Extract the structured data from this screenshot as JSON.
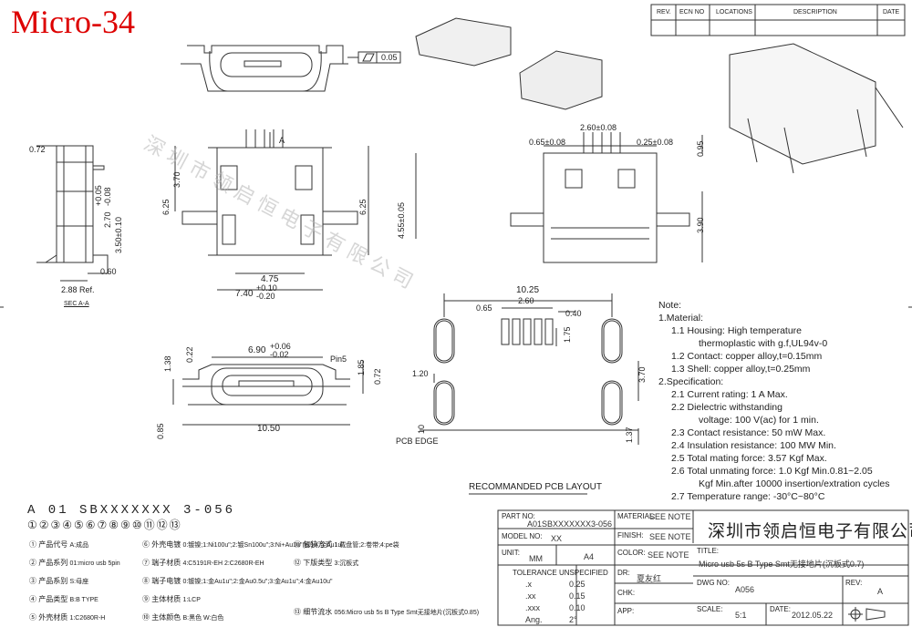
{
  "title": "Micro-34",
  "revision_table": {
    "headers": [
      "REV.",
      "ECN NO",
      "LOCATIONS",
      "DESCRIPTION",
      "DATE"
    ]
  },
  "flatness_tolerance": "0.05",
  "watermark": "深圳市领启恒电子有限公司",
  "dimensions": {
    "d072": "0.72",
    "d625_left": "6.25",
    "d370": "3.70",
    "d005": "+0.05",
    "d270": "2.70",
    "d008": "-0.08",
    "d350": "3.50±0.10",
    "d288": "2.88 Ref.",
    "d060": "0.60",
    "sec": "SEC A-A",
    "a_mark": "A",
    "d625_mid": "6.25",
    "d475": "4.75",
    "d740": "7.40",
    "d740_tol": "+0.10\n-0.20",
    "d260": "2.60±0.08",
    "d065": "0.65±0.08",
    "d025": "0.25±0.08",
    "d095": "0.95",
    "d455": "4.55±0.05",
    "d390": "3.90",
    "d690": "6.90",
    "d690_tol": "+0.06\n-0.02",
    "pin5": "Pin5",
    "d138": "1.38",
    "d022": "0.22",
    "d185": "1.85",
    "d072b": "0.72",
    "d1050": "10.50",
    "d085": "0.85",
    "pcb_1025": "10.25",
    "pcb_065": "0.65",
    "pcb_260": "2.60",
    "pcb_040": "0.40",
    "pcb_175": "1.75",
    "pcb_120": "1.20",
    "pcb_370": "3.70",
    "pcb_10": "10",
    "pcb_137": "1.37",
    "pcb_edge": "PCB EDGE",
    "pcb_layout": "RECOMMANDED PCB LAYOUT"
  },
  "notes": {
    "header": "Note:",
    "material": "1.Material:",
    "m11": "1.1 Housing: High temperature",
    "m11b": "thermoplastic with g.f,UL94v-0",
    "m12": "1.2 Contact: copper alloy,t=0.15mm",
    "m13": "1.3 Shell: copper alloy,t=0.25mm",
    "spec": "2.Specification:",
    "s21": "2.1 Current rating: 1 A Max.",
    "s22": "2.2 Dielectric withstanding",
    "s22b": "voltage: 100 V(ac) for 1 min.",
    "s23": "2.3 Contact resistance: 50 mW Max.",
    "s24": "2.4 Insulation resistance: 100 MW Min.",
    "s25": "2.5 Total mating force: 3.57 Kgf Max.",
    "s26": "2.6 Total unmating force: 1.0 Kgf Min.0.81~2.05",
    "s26b": "Kgf Min.after 10000 insertion/extration cycles",
    "s27": "2.7 Temperature range: -30°C~80°C"
  },
  "part_code": {
    "code": "A 01 SBXXXXXXX 3-056",
    "circles": "①②③④⑤⑥⑦⑧⑨⑩⑪⑫⑬",
    "legend": [
      [
        "①",
        "产品代号",
        "A:成品"
      ],
      [
        "②",
        "产品系列",
        "01:micro usb 5pin"
      ],
      [
        "③",
        "产品系别",
        "S:母座"
      ],
      [
        "④",
        "产品类型",
        "B:B TYPE"
      ],
      [
        "⑤",
        "外壳材质",
        "1:C2680R-H"
      ],
      [
        "⑥",
        "外壳电镀",
        "0:镀镍;1:Ni100u\";2:镀Sn100u\";3:Ni+Au1u\"(脚);4:金Au1u\""
      ],
      [
        "⑦",
        "端子材质",
        "4:C5191R-EH  2:C2680R-EH"
      ],
      [
        "⑧",
        "端子电镀",
        "0:镀镍;1:金Au1u\";2:金Au0.5u\";3:金Au1u\";4:金Au10u\""
      ],
      [
        "⑨",
        "主体材质",
        "1:LCP"
      ],
      [
        "⑩",
        "主体颜色",
        "B:黑色  W:白色"
      ],
      [
        "⑪",
        "包装方式",
        "1:载盘管;2:卷带;4:pe袋"
      ],
      [
        "⑫",
        "下版类型",
        "3:沉板式"
      ],
      [
        "⑬",
        "细节流水",
        "056:Micro usb 5s B Type Smt无接地片(沉板式0.85)"
      ]
    ]
  },
  "title_block": {
    "company": "深圳市领启恒电子有限公司",
    "part_no_label": "PART NO:",
    "part_no": "A01SBXXXXXXX3-056",
    "model_no_label": "MODEL NO:",
    "model_no": "XX",
    "unit_label": "UNIT:",
    "unit": "MM",
    "size": "A4",
    "material_label": "MATERIAL:",
    "material": "SEE NOTE",
    "finish_label": "FINISH:",
    "finish": "SEE NOTE",
    "color_label": "COLOR:",
    "color": "SEE NOTE",
    "tol_label": "TOLERANCE UNSPECIFIED",
    "tol_rows": [
      [
        ".x",
        "0.25"
      ],
      [
        ".xx",
        "0.15"
      ],
      [
        ".xxx",
        "0.10"
      ],
      [
        "Ang.",
        "2°"
      ]
    ],
    "dr_label": "DR:",
    "dr": "夏友红",
    "chk_label": "CHK:",
    "app_label": "APP:",
    "title_label": "TITLE:",
    "title": "Micro usb 5s B Type Smt无接地片(沉板式0.7)",
    "dwg_label": "DWG NO:",
    "dwg": "A056",
    "rev_label": "REV:",
    "rev": "A",
    "scale_label": "SCALE:",
    "scale": "5:1",
    "date_label": "DATE:",
    "date": "2012.05.22"
  }
}
